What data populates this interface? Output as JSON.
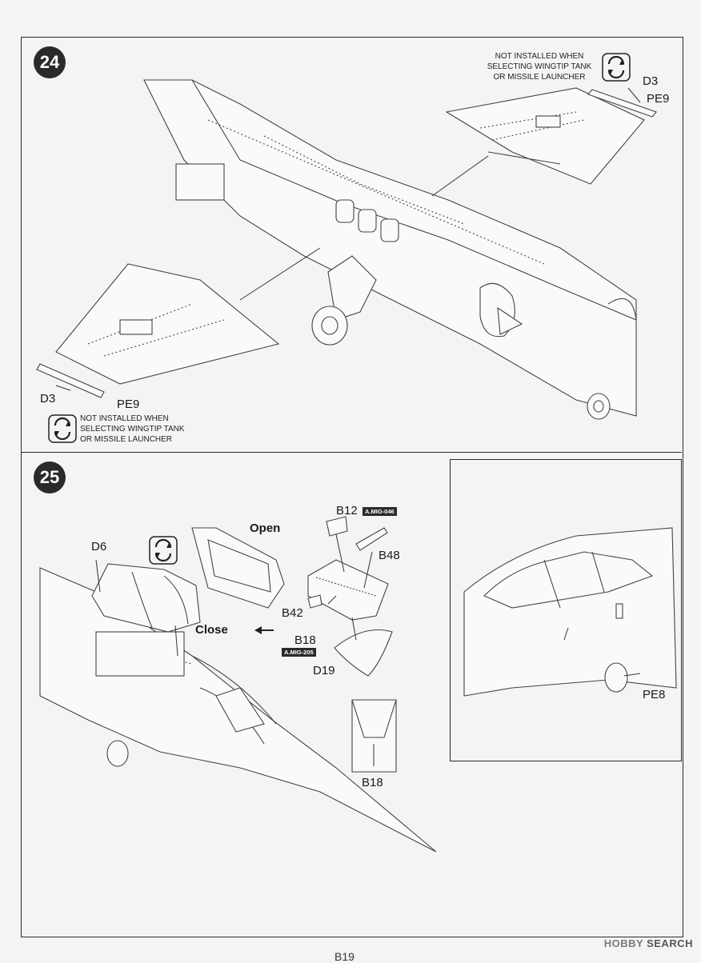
{
  "steps": {
    "step24": {
      "number": "24",
      "note_top": {
        "line1": "NOT INSTALLED WHEN",
        "line2": "SELECTING WINGTIP TANK",
        "line3": "OR MISSILE LAUNCHER"
      },
      "note_bottom": {
        "line1": "NOT INSTALLED WHEN",
        "line2": "SELECTING WINGTIP TANK",
        "line3": "OR MISSILE LAUNCHER"
      },
      "parts": {
        "d3_top": "D3",
        "pe9_top": "PE9",
        "d3_bottom": "D3",
        "pe9_bottom": "PE9"
      }
    },
    "step25": {
      "number": "25",
      "labels": {
        "open": "Open",
        "close": "Close"
      },
      "parts": {
        "d6": "D6",
        "b12": "B12",
        "b48": "B48",
        "b42": "B42",
        "b18": "B18",
        "d19": "D19",
        "b18_detail": "B18",
        "pe8": "PE8"
      },
      "paint_tags": {
        "b12_paint": "A.MIG-046",
        "b18_paint": "A.MIG-205"
      }
    }
  },
  "footer": {
    "page_number": "B19",
    "watermark_brand": "HOBBY",
    "watermark_rest": "SEARCH"
  },
  "icons": {
    "flip": "rotate-flip-icon",
    "arrow": "left-arrow-icon"
  },
  "colors": {
    "ink": "#2a2a2a",
    "paper": "#f4f4f2",
    "line_art": "#555555"
  }
}
